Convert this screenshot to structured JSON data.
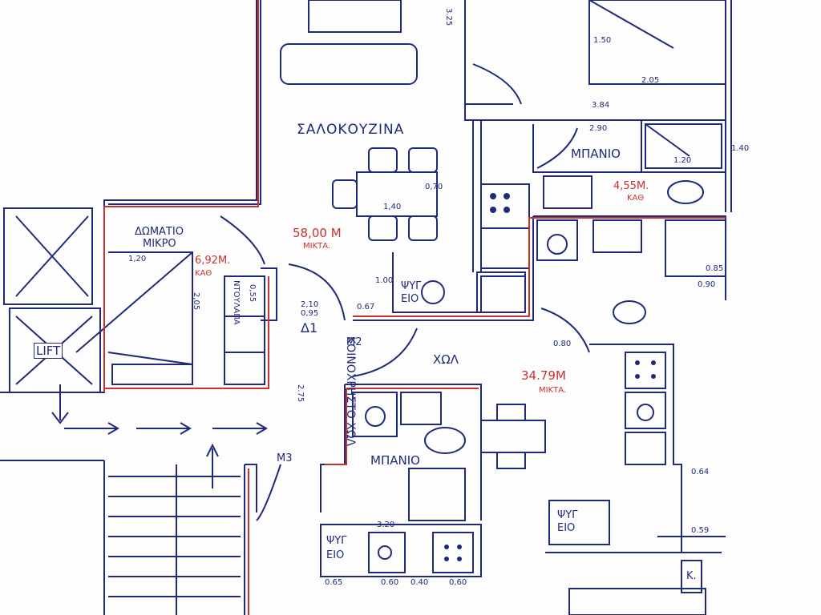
{
  "colors": {
    "ink": "#1f2a7a",
    "red_ink": "#c8322c",
    "paper": "#fdfdfd"
  },
  "rooms": {
    "living_kitchen": {
      "label": "ΣΑΛΟΚΟΥΖΙΝΑ",
      "area": "58,00 Μ",
      "area_note": "ΜΙΚΤΑ."
    },
    "bath_top": {
      "label": "ΜΠΑΝΙΟ",
      "area": "4,55Μ.",
      "area_note": "ΚΑΘ"
    },
    "small_room": {
      "label_1": "ΔΩΜΑΤΙΟ",
      "label_2": "ΜΙΚΡΟ",
      "area": "6,92Μ.",
      "area_note": "ΚΑΘ"
    },
    "hall": {
      "label": "ΧΩΛ",
      "area": "34.79Μ",
      "area_note": "ΜΙΚΤΑ."
    },
    "bath_bottom": {
      "label": "ΜΠΑΝΙΟ"
    },
    "lift": {
      "label": "LIFT"
    },
    "common_hall": {
      "label": "ΚΟΙΝΟΧΡΗΣΤΟ ΧΩΛ",
      "dim": "2.75"
    },
    "door_d1": {
      "label": "Δ1",
      "dim_1": "2,10",
      "dim_2": "0,95"
    },
    "wardrobe": {
      "label": "ΝΤΟΥΛΑΠΑ"
    },
    "fridge_1": {
      "label_1": "ΨΥΓ",
      "label_2": "ΕΙΟ"
    },
    "fridge_2": {
      "label_1": "ΨΥΓ",
      "label_2": "ΕΙΟ"
    },
    "fridge_3": {
      "label_1": "ΨΥΓ",
      "label_2": "ΕΙΟ"
    },
    "k_box": {
      "label": "Κ."
    },
    "m2": {
      "label": "Μ2"
    },
    "m3": {
      "label": "Μ3"
    },
    "wc_label": {
      "label": "ΧΩΛ"
    }
  },
  "dimensions": [
    "3.84",
    "2.05",
    "1.50",
    "2.90",
    "1.40",
    "1.20",
    "1,40",
    "0,70",
    "0.80",
    "0.67",
    "1.00",
    "3.20",
    "0.64",
    "0.59",
    "0.65",
    "0.60",
    "0.40",
    "0.90",
    "3.25",
    "2,05",
    "1,20",
    "0,60",
    "0,55",
    "0.85"
  ]
}
